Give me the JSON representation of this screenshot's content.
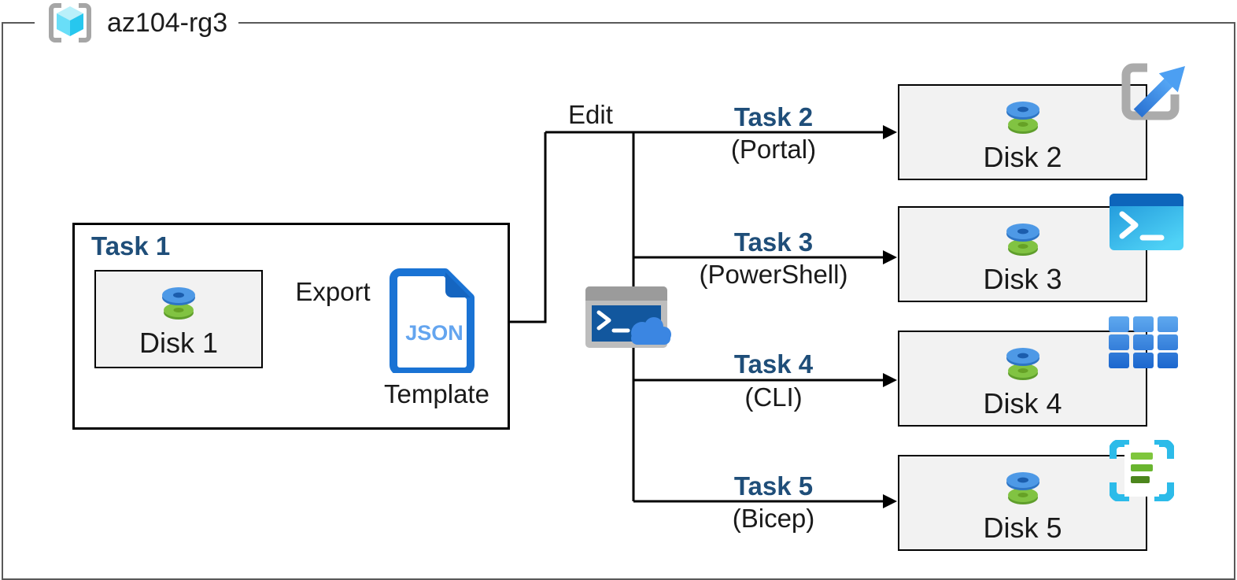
{
  "resource_group": {
    "name": "az104-rg3"
  },
  "task1": {
    "title": "Task 1",
    "disk": "Disk 1",
    "export_label": "Export",
    "json_badge": "JSON",
    "template_label": "Template"
  },
  "edit_label": "Edit",
  "branches": [
    {
      "task": "Task 2",
      "tool": "(Portal)",
      "disk": "Disk 2",
      "icon": "deploy-template-icon"
    },
    {
      "task": "Task 3",
      "tool": "(PowerShell)",
      "disk": "Disk 3",
      "icon": "powershell-icon"
    },
    {
      "task": "Task 4",
      "tool": "(CLI)",
      "disk": "Disk 4",
      "icon": "cli-icon"
    },
    {
      "task": "Task 5",
      "tool": "(Bicep)",
      "disk": "Disk 5",
      "icon": "bicep-icon"
    }
  ],
  "colors": {
    "task_heading": "#1F4E79",
    "text": "#1A1A1A",
    "box_fill": "#F2F2F2",
    "box_border": "#000000",
    "rg_border": "#595959",
    "connector": "#000000",
    "azure_blue": "#2B7CD3",
    "disk_blue": "#4E99E6",
    "disk_green": "#81C342",
    "json_blue": "#1A73D4",
    "cloud_shell_blue": "#12579E",
    "powershell_cyan": "#35C1F1",
    "bicep_cyan": "#2CBBE9"
  }
}
